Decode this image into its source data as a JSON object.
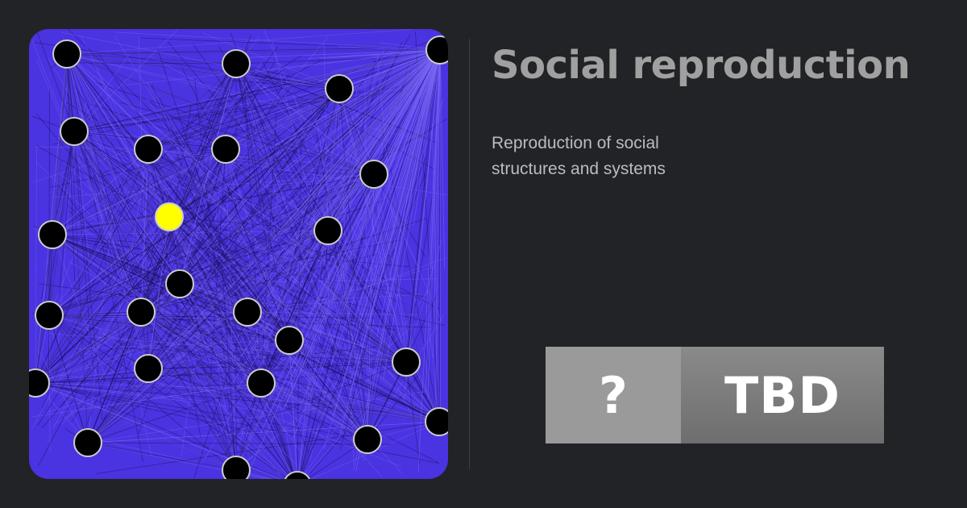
{
  "page": {
    "title": "Social reproduction",
    "subtitle": "Reproduction of social structures and systems"
  },
  "badge": {
    "left_label": "?",
    "right_label": "TBD"
  },
  "colors": {
    "background": "#212326",
    "graph_fill": "#4a33e0",
    "node_fill": "#000000",
    "node_stroke": "#cccccc",
    "highlight_node": "#ffff00",
    "title": "#a0a0a0",
    "subtitle": "#b9bcc2"
  }
}
